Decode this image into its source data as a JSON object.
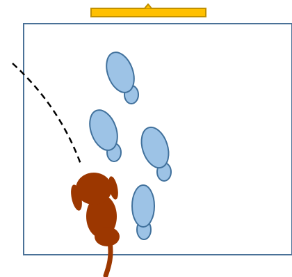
{
  "colors": {
    "background": "#ffffff",
    "room_border": "#4a7197",
    "bar_fill": "#ffc000",
    "bar_stroke": "#c09000",
    "footprint_fill": "#9dc3e6",
    "footprint_stroke": "#41719c",
    "dog_color": "#9c3700",
    "path_color": "#000000"
  },
  "icons": {
    "top_bar": "yellow-bar-with-notch",
    "footprints": "footprint-shapes",
    "dog": "dog-top-view",
    "path": "dashed-curve"
  }
}
